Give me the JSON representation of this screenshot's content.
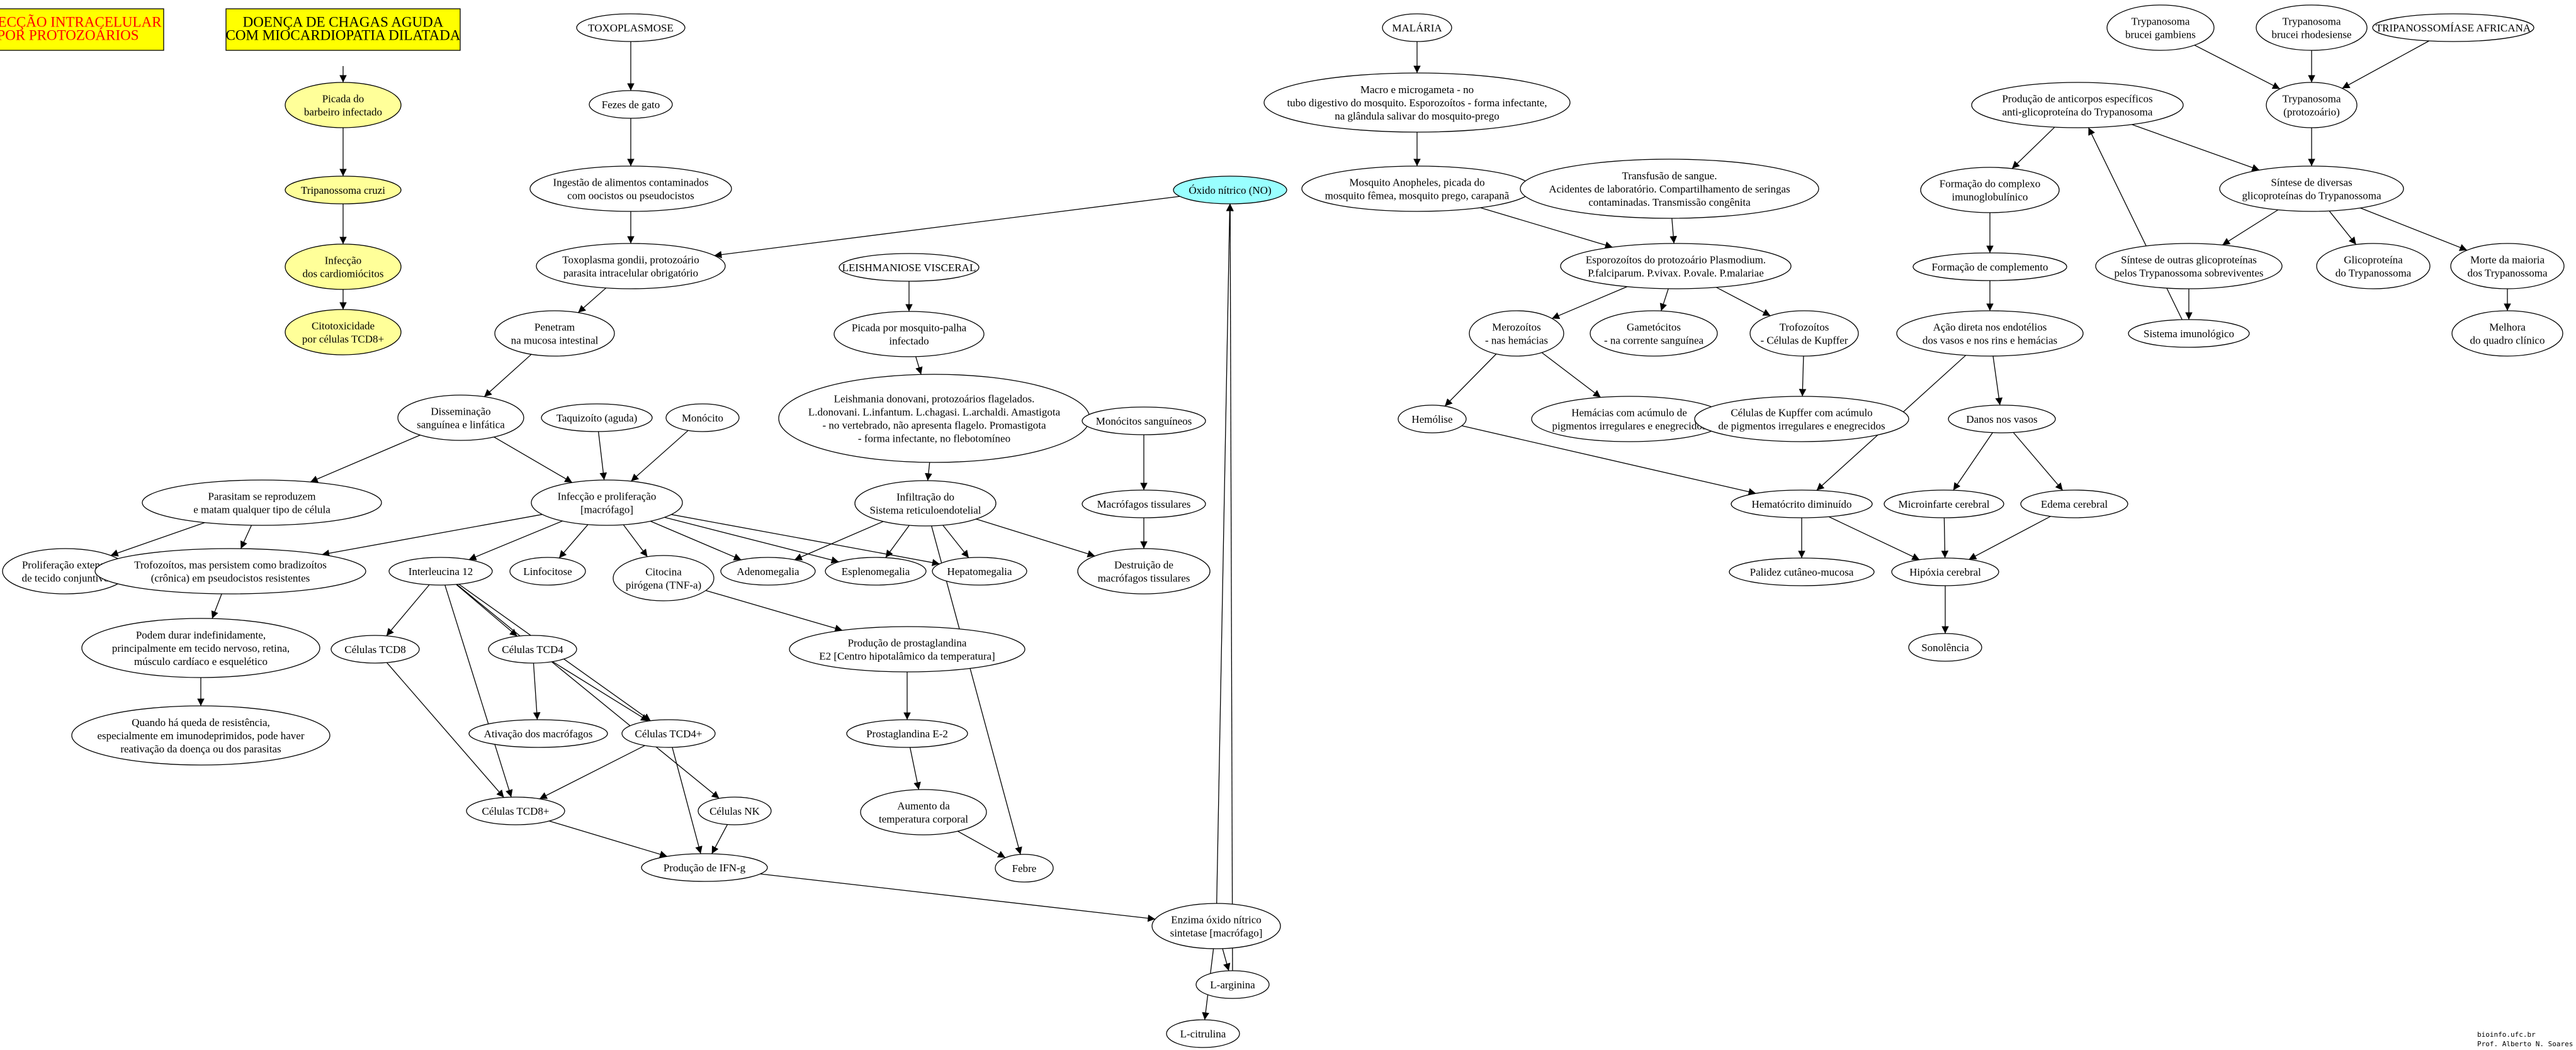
{
  "colors": {
    "box_fill": "#ffff00",
    "highlight_fill": "#ffff99",
    "no_fill": "#99ffff",
    "default_fill": "#ffffff",
    "line": "#000000",
    "red_text": "#ff0000"
  },
  "header_boxes": [
    {
      "id": "infeccao",
      "lines": [
        "INFECÇÃO INTRACELULAR",
        "POR PROTOZOÁRIOS"
      ],
      "text_color": "red"
    },
    {
      "id": "chagas",
      "lines": [
        "DOENÇA DE CHAGAS AGUDA",
        "COM MIOCARDIOPATIA DILATADA"
      ],
      "text_color": "black"
    }
  ],
  "nodes": [
    {
      "id": "barbeiro",
      "lines": [
        "Picada do",
        "barbeiro infectado"
      ],
      "fill": "highlight"
    },
    {
      "id": "cruzi",
      "lines": [
        "Tripanossoma cruzi"
      ],
      "fill": "highlight"
    },
    {
      "id": "cardiomiocitos",
      "lines": [
        "Infecção",
        "dos cardiomiócitos"
      ],
      "fill": "highlight"
    },
    {
      "id": "citotox",
      "lines": [
        "Citotoxicidade",
        "por células TCD8+"
      ],
      "fill": "highlight"
    },
    {
      "id": "toxo",
      "lines": [
        "TOXOPLASMOSE"
      ]
    },
    {
      "id": "fezes",
      "lines": [
        "Fezes de gato"
      ]
    },
    {
      "id": "ingestao",
      "lines": [
        "Ingestão de alimentos contaminados",
        "com oocistos ou pseudocistos"
      ]
    },
    {
      "id": "gondii",
      "lines": [
        "Toxoplasma gondii, protozoário",
        "parasita intracelular obrigatório"
      ]
    },
    {
      "id": "penetram",
      "lines": [
        "Penetram",
        "na mucosa intestinal"
      ]
    },
    {
      "id": "disseminacao",
      "lines": [
        "Disseminação",
        "sanguínea e linfática"
      ]
    },
    {
      "id": "parasitam",
      "lines": [
        "Parasitam se reproduzem",
        "e matam qualquer tipo de célula"
      ]
    },
    {
      "id": "proliferacao",
      "lines": [
        "Proliferação extensa",
        "de tecido conjuntivo"
      ]
    },
    {
      "id": "trofozoitos",
      "lines": [
        "Trofozoítos, mas persistem como bradizoítos",
        "(crônica) em pseudocistos resistentes"
      ]
    },
    {
      "id": "podem",
      "lines": [
        "Podem durar indefinidamente,",
        "principalmente em tecido nervoso, retina,",
        "músculo cardíaco e esquelético"
      ]
    },
    {
      "id": "quando",
      "lines": [
        "Quando há queda de resistência,",
        "especialmente em imunodeprimidos, pode haver",
        "reativação da doença ou dos parasitas"
      ]
    },
    {
      "id": "taquizoito",
      "lines": [
        "Taquizoíto (aguda)"
      ]
    },
    {
      "id": "monocito",
      "lines": [
        "Monócito"
      ]
    },
    {
      "id": "infeccao_prolif",
      "lines": [
        "Infecção e proliferação",
        "[macrófago]"
      ]
    },
    {
      "id": "il12",
      "lines": [
        "Interleucina 12"
      ]
    },
    {
      "id": "linfocitose",
      "lines": [
        "Linfocitose"
      ]
    },
    {
      "id": "citocina",
      "lines": [
        "Citocina",
        "pirógena (TNF-a)"
      ]
    },
    {
      "id": "adenomegalia",
      "lines": [
        "Adenomegalia"
      ]
    },
    {
      "id": "esplenomegalia",
      "lines": [
        "Esplenomegalia"
      ]
    },
    {
      "id": "hepatomegalia",
      "lines": [
        "Hepatomegalia"
      ]
    },
    {
      "id": "cd8",
      "lines": [
        "Células TCD8"
      ]
    },
    {
      "id": "cd4",
      "lines": [
        "Células TCD4"
      ]
    },
    {
      "id": "ativacao",
      "lines": [
        "Ativação dos macrófagos"
      ]
    },
    {
      "id": "cd4plus",
      "lines": [
        "Células TCD4+"
      ]
    },
    {
      "id": "cd8plus",
      "lines": [
        "Células TCD8+"
      ]
    },
    {
      "id": "nk",
      "lines": [
        "Células NK"
      ]
    },
    {
      "id": "ifn",
      "lines": [
        "Produção de IFN-g"
      ]
    },
    {
      "id": "leish",
      "lines": [
        "LEISHMANIOSE VISCERAL"
      ]
    },
    {
      "id": "picada_palha",
      "lines": [
        "Picada por mosquito-palha",
        "infectado"
      ]
    },
    {
      "id": "leishmania",
      "lines": [
        "Leishmania donovani, protozoários flagelados.",
        "L.donovani. L.infantum. L.chagasi. L.archaldi. Amastigota",
        "- no vertebrado, não apresenta flagelo. Promastigota",
        "- forma infectante, no flebotomíneo"
      ]
    },
    {
      "id": "infiltracao",
      "lines": [
        "Infiltração do",
        "Sistema reticuloendotelial"
      ]
    },
    {
      "id": "monocitos_sang",
      "lines": [
        "Monócitos sanguíneos"
      ]
    },
    {
      "id": "macrofagos_tiss",
      "lines": [
        "Macrófagos tissulares"
      ]
    },
    {
      "id": "destruicao",
      "lines": [
        "Destruição de",
        "macrófagos tissulares"
      ]
    },
    {
      "id": "prostaglandina",
      "lines": [
        "Produção de prostaglandina",
        "E2 [Centro hipotalâmico da temperatura]"
      ]
    },
    {
      "id": "pge2",
      "lines": [
        "Prostaglandina E-2"
      ]
    },
    {
      "id": "aumento",
      "lines": [
        "Aumento da",
        "temperatura corporal"
      ]
    },
    {
      "id": "febre",
      "lines": [
        "Febre"
      ]
    },
    {
      "id": "oxido",
      "lines": [
        "Óxido nítrico (NO)"
      ],
      "fill": "no"
    },
    {
      "id": "enzima",
      "lines": [
        "Enzima óxido nítrico",
        "sintetase [macrófago]"
      ]
    },
    {
      "id": "arginina",
      "lines": [
        "L-arginina"
      ]
    },
    {
      "id": "citrulina",
      "lines": [
        "L-citrulina"
      ]
    },
    {
      "id": "malaria",
      "lines": [
        "MALÁRIA"
      ]
    },
    {
      "id": "macro",
      "lines": [
        "Macro e microgameta - no",
        "tubo digestivo do mosquito. Esporozoítos - forma infectante,",
        "na glândula salivar do mosquito-prego"
      ]
    },
    {
      "id": "anopheles",
      "lines": [
        "Mosquito Anopheles, picada do",
        "mosquito fêmea, mosquito prego, carapanã"
      ]
    },
    {
      "id": "transfusao",
      "lines": [
        "Transfusão de sangue.",
        "Acidentes de laboratório. Compartilhamento de seringas",
        "contaminadas. Transmissão congênita"
      ]
    },
    {
      "id": "esporozoitos",
      "lines": [
        "Esporozoítos do protozoário Plasmodium.",
        "P.falciparum. P.vivax. P.ovale. P.malariae"
      ]
    },
    {
      "id": "merozoitos",
      "lines": [
        "Merozoítos",
        "- nas hemácias"
      ]
    },
    {
      "id": "gametocitos",
      "lines": [
        "Gametócitos",
        "- na corrente sanguínea"
      ]
    },
    {
      "id": "trofozoitos_k",
      "lines": [
        "Trofozoítos",
        "- Células de Kupffer"
      ]
    },
    {
      "id": "hemolise",
      "lines": [
        "Hemólise"
      ]
    },
    {
      "id": "hemacias",
      "lines": [
        "Hemácias com acúmulo de",
        "pigmentos irregulares e enegrecidos"
      ]
    },
    {
      "id": "kupffer",
      "lines": [
        "Células de Kupffer com acúmulo",
        "de pigmentos irregulares e enegrecidos"
      ]
    },
    {
      "id": "hematocrito",
      "lines": [
        "Hematócrito diminuído"
      ]
    },
    {
      "id": "palidez",
      "lines": [
        "Palidez cutâneo-mucosa"
      ]
    },
    {
      "id": "hipoxia",
      "lines": [
        "Hipóxia cerebral"
      ]
    },
    {
      "id": "sonolencia",
      "lines": [
        "Sonolência"
      ]
    },
    {
      "id": "microinfarte",
      "lines": [
        "Microinfarte cerebral"
      ]
    },
    {
      "id": "edema",
      "lines": [
        "Edema cerebral"
      ]
    },
    {
      "id": "danos",
      "lines": [
        "Danos nos vasos"
      ]
    },
    {
      "id": "acao",
      "lines": [
        "Ação direta nos endotélios",
        "dos vasos e nos rins e hemácias"
      ]
    },
    {
      "id": "formacao_compl",
      "lines": [
        "Formação de complemento"
      ]
    },
    {
      "id": "formacao_imuno",
      "lines": [
        "Formação do complexo",
        "imunoglobulínico"
      ]
    },
    {
      "id": "producao_anti",
      "lines": [
        "Produção de anticorpos específicos",
        "anti-glicoproteína do Trypanosoma"
      ]
    },
    {
      "id": "gambiens",
      "lines": [
        "Trypanosoma",
        "brucei gambiens"
      ]
    },
    {
      "id": "rhodesiense",
      "lines": [
        "Trypanosoma",
        "brucei rhodesiense"
      ]
    },
    {
      "id": "tripano_africana",
      "lines": [
        "TRIPANOSSOMÍASE AFRICANA"
      ]
    },
    {
      "id": "trypanosoma",
      "lines": [
        "Trypanosoma",
        "(protozoário)"
      ]
    },
    {
      "id": "sintese_diversas",
      "lines": [
        "Síntese de diversas",
        "glicoproteínas do Trypanossoma"
      ]
    },
    {
      "id": "sintese_outras",
      "lines": [
        "Síntese de outras glicoproteínas",
        "pelos Trypanossoma sobreviventes"
      ]
    },
    {
      "id": "glicoproteina",
      "lines": [
        "Glicoproteína",
        "do Trypanossoma"
      ]
    },
    {
      "id": "morte",
      "lines": [
        "Morte da maioria",
        "dos Trypanossoma"
      ]
    },
    {
      "id": "sistema_imuno",
      "lines": [
        "Sistema imunológico"
      ]
    },
    {
      "id": "melhora",
      "lines": [
        "Melhora",
        "do quadro clínico"
      ]
    }
  ],
  "edges": [
    [
      "chagas",
      "barbeiro"
    ],
    [
      "barbeiro",
      "cruzi"
    ],
    [
      "cruzi",
      "cardiomiocitos"
    ],
    [
      "cardiomiocitos",
      "citotox"
    ],
    [
      "toxo",
      "fezes"
    ],
    [
      "fezes",
      "ingestao"
    ],
    [
      "ingestao",
      "gondii"
    ],
    [
      "gondii",
      "penetram"
    ],
    [
      "penetram",
      "disseminacao"
    ],
    [
      "disseminacao",
      "parasitam"
    ],
    [
      "disseminacao",
      "infeccao_prolif"
    ],
    [
      "parasitam",
      "proliferacao"
    ],
    [
      "parasitam",
      "trofozoitos"
    ],
    [
      "trofozoitos",
      "podem"
    ],
    [
      "podem",
      "quando"
    ],
    [
      "taquizoito",
      "infeccao_prolif"
    ],
    [
      "monocito",
      "infeccao_prolif"
    ],
    [
      "infeccao_prolif",
      "trofozoitos"
    ],
    [
      "infeccao_prolif",
      "il12"
    ],
    [
      "infeccao_prolif",
      "linfocitose"
    ],
    [
      "infeccao_prolif",
      "citocina"
    ],
    [
      "infeccao_prolif",
      "adenomegalia"
    ],
    [
      "infeccao_prolif",
      "esplenomegalia"
    ],
    [
      "infeccao_prolif",
      "hepatomegalia"
    ],
    [
      "il12",
      "cd8"
    ],
    [
      "il12",
      "cd4"
    ],
    [
      "il12",
      "cd4plus"
    ],
    [
      "il12",
      "cd8plus"
    ],
    [
      "il12",
      "nk"
    ],
    [
      "cd4",
      "ativacao"
    ],
    [
      "cd4",
      "cd4plus"
    ],
    [
      "cd4plus",
      "cd8plus"
    ],
    [
      "cd4plus",
      "ifn"
    ],
    [
      "cd8",
      "cd8plus"
    ],
    [
      "cd8plus",
      "ifn"
    ],
    [
      "nk",
      "ifn"
    ],
    [
      "ifn",
      "enzima"
    ],
    [
      "citocina",
      "prostaglandina"
    ],
    [
      "prostaglandina",
      "pge2"
    ],
    [
      "pge2",
      "aumento"
    ],
    [
      "aumento",
      "febre"
    ],
    [
      "leish",
      "picada_palha"
    ],
    [
      "picada_palha",
      "leishmania"
    ],
    [
      "leishmania",
      "infiltracao"
    ],
    [
      "infiltracao",
      "adenomegalia"
    ],
    [
      "infiltracao",
      "esplenomegalia"
    ],
    [
      "infiltracao",
      "hepatomegalia"
    ],
    [
      "infiltracao",
      "destruicao"
    ],
    [
      "infiltracao",
      "febre"
    ],
    [
      "monocitos_sang",
      "macrofagos_tiss"
    ],
    [
      "macrofagos_tiss",
      "destruicao"
    ],
    [
      "oxido",
      "gondii"
    ],
    [
      "enzima",
      "oxido"
    ],
    [
      "enzima",
      "arginina"
    ],
    [
      "enzima",
      "citrulina"
    ],
    [
      "arginina",
      "oxido"
    ],
    [
      "malaria",
      "macro"
    ],
    [
      "macro",
      "anopheles"
    ],
    [
      "anopheles",
      "esporozoitos"
    ],
    [
      "transfusao",
      "esporozoitos"
    ],
    [
      "esporozoitos",
      "merozoitos"
    ],
    [
      "esporozoitos",
      "gametocitos"
    ],
    [
      "esporozoitos",
      "trofozoitos_k"
    ],
    [
      "merozoitos",
      "hemolise"
    ],
    [
      "merozoitos",
      "hemacias"
    ],
    [
      "trofozoitos_k",
      "kupffer"
    ],
    [
      "hemolise",
      "hematocrito"
    ],
    [
      "hematocrito",
      "palidez"
    ],
    [
      "hematocrito",
      "hipoxia"
    ],
    [
      "hipoxia",
      "sonolencia"
    ],
    [
      "microinfarte",
      "hipoxia"
    ],
    [
      "edema",
      "hipoxia"
    ],
    [
      "danos",
      "microinfarte"
    ],
    [
      "danos",
      "edema"
    ],
    [
      "acao",
      "danos"
    ],
    [
      "acao",
      "hematocrito"
    ],
    [
      "formacao_compl",
      "acao"
    ],
    [
      "formacao_imuno",
      "formacao_compl"
    ],
    [
      "producao_anti",
      "formacao_imuno"
    ],
    [
      "producao_anti",
      "sintese_diversas"
    ],
    [
      "gambiens",
      "trypanosoma"
    ],
    [
      "rhodesiense",
      "trypanosoma"
    ],
    [
      "tripano_africana",
      "trypanosoma"
    ],
    [
      "trypanosoma",
      "sintese_diversas"
    ],
    [
      "sintese_diversas",
      "sintese_outras"
    ],
    [
      "sintese_diversas",
      "glicoproteina"
    ],
    [
      "sintese_diversas",
      "morte"
    ],
    [
      "sintese_outras",
      "sistema_imuno"
    ],
    [
      "sistema_imuno",
      "producao_anti"
    ],
    [
      "morte",
      "melhora"
    ]
  ],
  "credit": {
    "line1": "bioinfo.ufc.br",
    "line2": "Prof. Alberto N. Soares"
  }
}
